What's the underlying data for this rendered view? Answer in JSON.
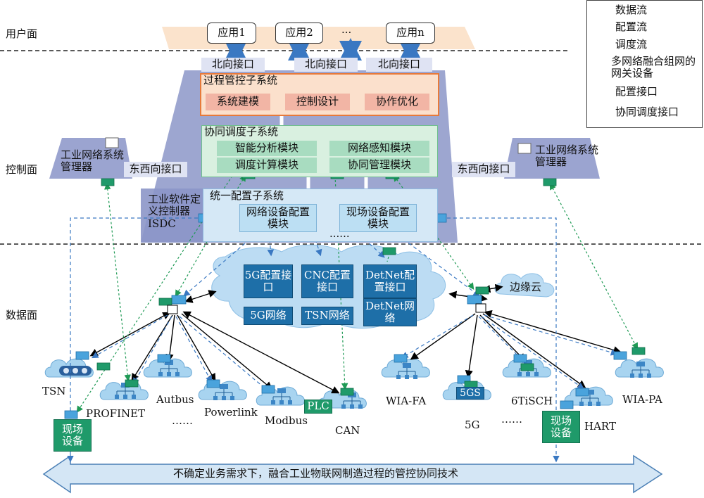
{
  "layers": {
    "user": "用户面",
    "control": "控制面",
    "data": "数据面"
  },
  "apps": [
    "应用1",
    "应用2",
    "···",
    "应用n"
  ],
  "northbound": [
    "北向接口",
    "北向接口",
    "北向接口"
  ],
  "process_subsystem": {
    "title": "过程管控子系统",
    "modules": [
      "系统建模",
      "控制设计",
      "协作优化"
    ]
  },
  "coord_subsystem": {
    "title": "协同调度子系统",
    "modules": [
      "智能分析模块",
      "网络感知模块",
      "调度计算模块",
      "协同管理模块"
    ]
  },
  "config_subsystem": {
    "title": "统一配置子系统",
    "modules": [
      "网络设备配置模块",
      "现场设备配置模块"
    ],
    "ellipsis": "······"
  },
  "isdc": "工业软件定义控制器ISDC",
  "manager_left": "工业网络系统管理器",
  "manager_right": "工业网络系统管理器",
  "eastwest": [
    "东西向接口",
    "东西向接口"
  ],
  "cloud_boxes": [
    {
      "top": "5G配置接口",
      "bottom": "5G网络"
    },
    {
      "top": "CNC配置接口",
      "bottom": "TSN网络"
    },
    {
      "top": "DetNet配置接口",
      "bottom": "DetNet网络"
    }
  ],
  "edge_cloud": "边缘云",
  "networks_left": [
    "TSN",
    "PROFINET",
    "Autbus",
    "Powerlink",
    "Modbus",
    "CAN"
  ],
  "networks_right": [
    "WIA-FA",
    "5G",
    "6TiSCH",
    "HART",
    "WIA-PA"
  ],
  "ellipsis_left": "……",
  "ellipsis_right": "……",
  "plc": "PLC",
  "fiveg_s": "5GS",
  "field_device": [
    "现场设备",
    "现场设备"
  ],
  "bottom_banner": "不确定业务需求下，融合工业物联网制造过程的管控协同技术",
  "legend": {
    "data_flow": "数据流",
    "config_flow": "配置流",
    "schedule_flow": "调度流",
    "gateway": "多网络融合组网的网关设备",
    "config_interface": "配置接口",
    "schedule_interface": "协同调度接口"
  },
  "colors": {
    "data_flow": "#000000",
    "config_flow": "#3a78c2",
    "schedule_flow": "#1f9a55",
    "config_interface": "#4aa3dc",
    "schedule_interface": "#1f9a6a"
  }
}
